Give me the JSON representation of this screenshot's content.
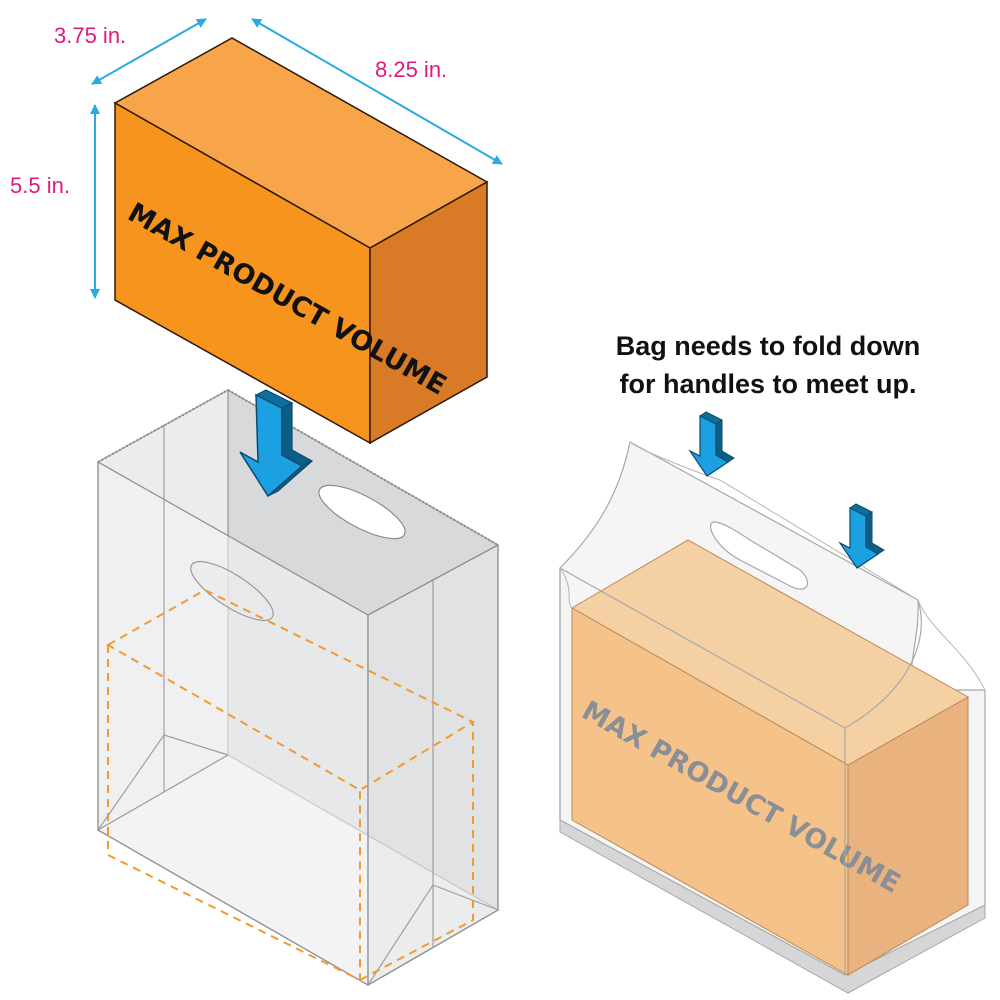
{
  "dimensions": {
    "depth": "3.75 in.",
    "width": "8.25 in.",
    "height": "5.5 in."
  },
  "box_label": "MAX PRODUCT VOLUME",
  "note": {
    "line1": "Bag needs to fold down",
    "line2": "for handles to meet up."
  },
  "colors": {
    "dimension_text": "#e0197d",
    "dimension_arrow": "#29abe2",
    "box_front": "#f7941d",
    "box_top": "#f8a54a",
    "box_side": "#d97b26",
    "box_outline": "#2b1a0a",
    "product_ghost": "#f5c28a",
    "label_ghost": "#8a8f96",
    "flow_arrow": "#1ba1e2",
    "bag_outline": "#8c8c8c",
    "dashed_volume": "#f39a2e"
  }
}
